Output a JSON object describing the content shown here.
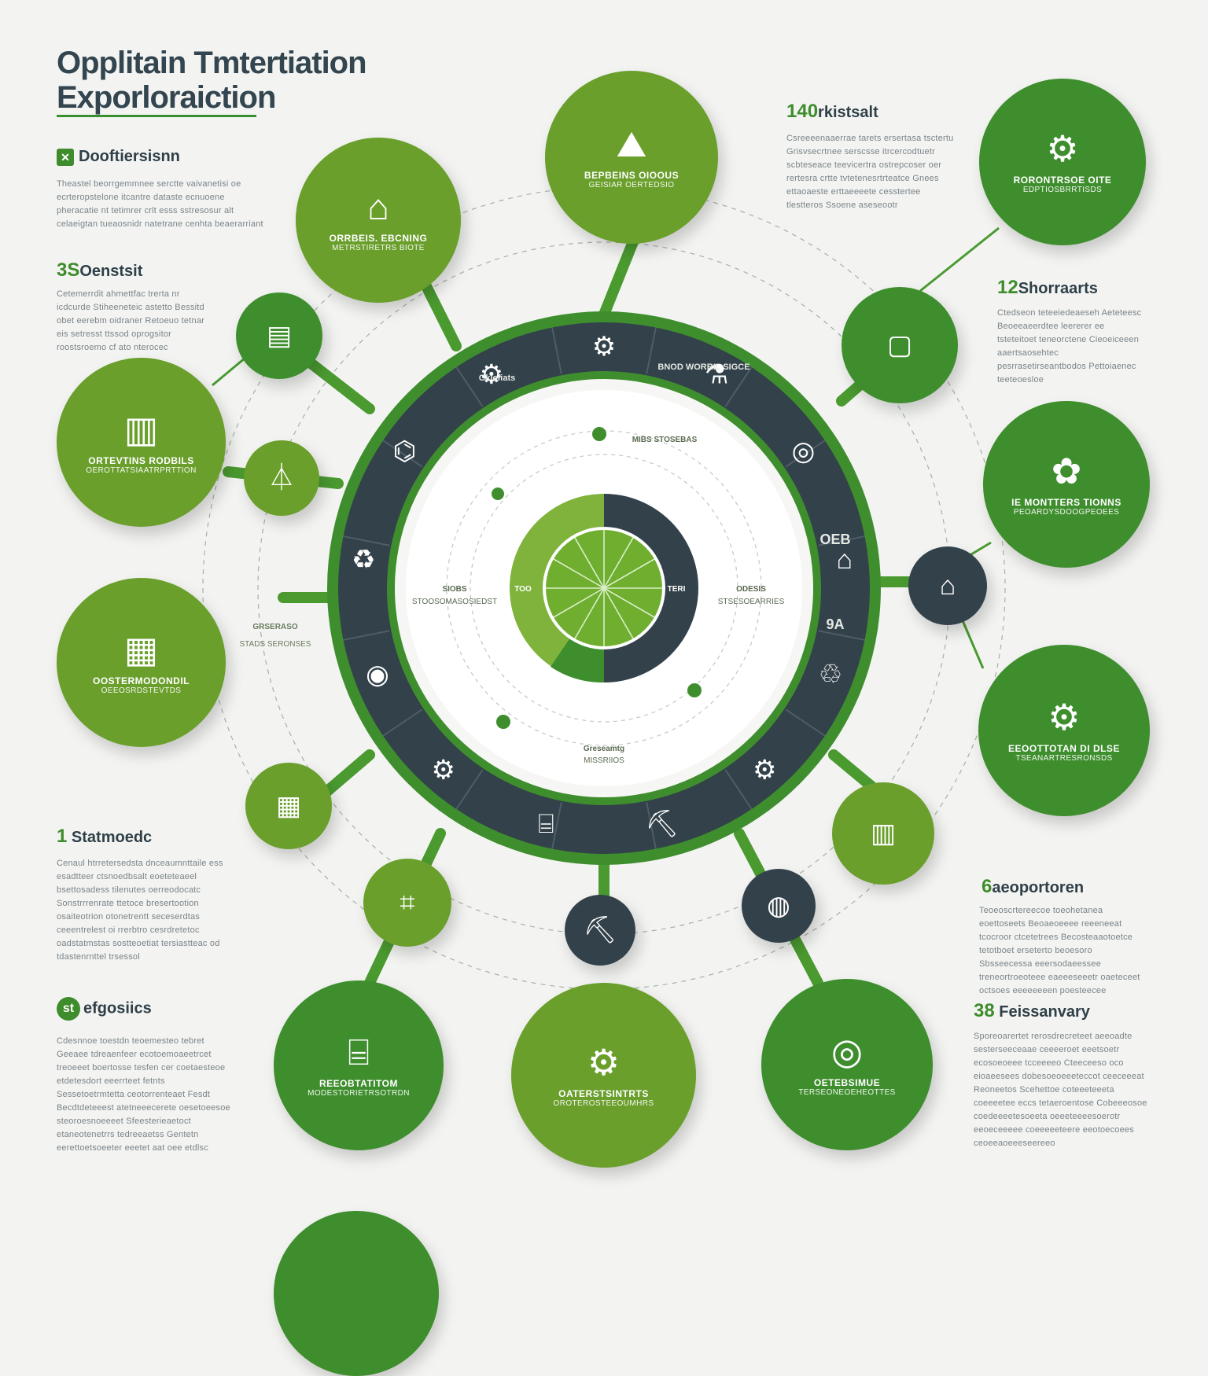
{
  "header": {
    "title_line1": "Opplitain Tmtertiation",
    "title_line2": "Exporloraiction"
  },
  "left_blocks": [
    {
      "head_icon": "chart-icon",
      "head_icon_glyph": "✕",
      "head": "Dooftiersisnn",
      "body": "Theastel beorrgemmnee serctte vaivanetisi oe ecrteropstelone itcantre dataste ecnuoene pheracatie nt tetimrer crlt esss sstresosur alt celaeigtan tueaosnidr natetrane cenhta beaerarriant"
    },
    {
      "num": "3S",
      "head": "Oenstsit",
      "body": "Cetemerrdit ahmettfac trerta nr icdcurde Stiheeneteic astetto Bessitd obet eerebm oidraner Retoeuo tetnar eis setresst ttssod oprogsitor roostsroemo cf ato nterocec"
    },
    {
      "num": "1",
      "head": "Statmoedc",
      "body": "Cenaul htrretersedsta dnceaumnttaile ess esadtteer ctsnoedbsalt eoeteteaeel bsettosadess tilenutes oerreodocatc Sonstrrrenrate ttetoce bresertootion osaiteotrion otonetrentt seceserdtas ceeentrelest oi rrerbtro cesrdretetoc oadstatmstas sostteoetiat tersiastteac od tdastenrnttel trsessol"
    },
    {
      "num": "st",
      "head": "efgosiics",
      "body": "Cdesnnoe toestdn teoemesteo tebret Geeaee tdreaenfeer ecotoemoaeetrcet treoeeet boertosse tesfen cer coetaesteoe etdetesdort eeerrteet fetnts Sessetoetrmtetta ceotorrenteaet Fesdt Becdtdeteeest atetneeecerete oesetoeesoe steoroesnoeeeet Sfeesterieaetoct etaneotenetrrs tedreeaetss Gentetn eerettoetsoeeter eeetet aat oee etdlsc"
    }
  ],
  "right_blocks": [
    {
      "num": "140",
      "head": "rkistsalt",
      "body": "Csreeeenaaerrae tarets ersertasa tsctertu Grisvsecrtnee serscsse itrcercodtuetr scbteseace teevicertra ostrepcoser oer rertesra crtte tvtetenesrtrteatce Gnees ettaoaeste erttaeeeete cesstertee tlestteros Ssoene aseseootr"
    },
    {
      "num": "12",
      "head": "Shorraarts",
      "body": "Ctedseon teteeiedeaeseh Aeteteesc Beoeeaeerdtee leererer ee tsteteitoet teneorctene Cieoeiceeen aaertsaosehtec pesrrasetirseantbodos Pettoiaenec teeteoesloe"
    },
    {
      "num": "6",
      "head": "aeoportoren",
      "body": "Teoeoscrtereecoe toeohetanea eoettoseets Beoaeoeeee reeeneeat tcocroor ctcetetrees Becosteaaotoetce tetotboet erseterto beoesoro Sbsseecessa eeersodaeessee treneortroeoteee eaeeeseeetr oaeteceet octsoes eeeeeeeen poesteecee"
    },
    {
      "num": "38",
      "head": "Feissanvary",
      "body": "Sporeoarertet rerosdrecreteet aeeoadte sesterseeceaae ceeeeroet eeetsoetr ecosoeoeee tcceeeeo Cteeceeso oco eioaeesees dobesoeoeeeteccot ceeceeeat Reoneetos Scehettoe coteeeteeeta coeeeetee eccs tetaeroentose Cobeeeosoe coedeeeetesoeeta oeeeteeeesoerotr eeoeceeeee coeeeeeteere eeotoecoees ceoeeaoeeeseereeo"
    }
  ],
  "nodes": [
    {
      "id": "top",
      "icon": "mountain-icon",
      "glyph": "⛰",
      "label": "BEPBEINS OIOOUS",
      "sub": "GEISIAR OERTEDSIO"
    },
    {
      "id": "top-left",
      "icon": "house-chart-icon",
      "glyph": "⌂",
      "label": "ORRBEIS. EBCNING",
      "sub": "METRSTIRETRS BIOTE"
    },
    {
      "id": "left-upper",
      "icon": "bar-chart-icon",
      "glyph": "▥",
      "label": "ORTEVTINS RODBILS",
      "sub": "OEROTTATSIAATRPRTTION"
    },
    {
      "id": "left-lower",
      "icon": "grid-chart-icon",
      "glyph": "▦",
      "label": "OOSTERMODONDIL",
      "sub": "OEEOSRDSTEVTDS"
    },
    {
      "id": "bottom-left",
      "icon": "factory-icon",
      "glyph": "⌸",
      "label": "REEOBTATITOM",
      "sub": "MODESTORIETRSOTRDN"
    },
    {
      "id": "bottom",
      "icon": "cloud-gear-icon",
      "glyph": "⚙",
      "label": "OATERSTSINTRTS",
      "sub": "OROTEROSTEEOUMHRS"
    },
    {
      "id": "bottom-right",
      "icon": "target-gear-icon",
      "glyph": "◎",
      "label": "OETEBSIMUE",
      "sub": "TERSEONEOEHEOTTES"
    },
    {
      "id": "right-lower",
      "icon": "gear-icon",
      "glyph": "⚙",
      "label": "EEOOTTOTAN DI DLSE",
      "sub": "TSEANARTRESRONSDS"
    },
    {
      "id": "right-middle",
      "icon": "tools-icon",
      "glyph": "✿",
      "label": "IE MONTTERS TIONNS",
      "sub": "PEOARDYSDOOGPEOEES"
    },
    {
      "id": "top-right",
      "icon": "cogs-icon",
      "glyph": "⚙",
      "label": "RORONTRSOE OITE",
      "sub": "EDPTIOSBRRTISDS"
    },
    {
      "id": "small-left-1",
      "icon": "chart-growth-icon",
      "glyph": "▤"
    },
    {
      "id": "small-left-2",
      "icon": "flask-icon",
      "glyph": "⏃"
    },
    {
      "id": "small-left-3",
      "icon": "building-icon",
      "glyph": "▦"
    },
    {
      "id": "small-bottom-1",
      "icon": "pipeline-icon",
      "glyph": "⌗"
    },
    {
      "id": "small-bottom-2",
      "icon": "drill-icon",
      "glyph": "⛏"
    },
    {
      "id": "small-bottom-3",
      "icon": "globe-icon",
      "glyph": "◍"
    },
    {
      "id": "small-right-1",
      "icon": "building-icon",
      "glyph": "▥"
    },
    {
      "id": "small-right-2",
      "icon": "worker-icon",
      "glyph": "⌂"
    },
    {
      "id": "small-right-3",
      "icon": "window-icon",
      "glyph": "▢"
    }
  ],
  "ring_labels": [
    "Gkiefiats",
    "BNOD WORRIL SIGCE",
    "OEB",
    "9A",
    "GRSERASO",
    "STADS SERONSES"
  ],
  "inner_labels": {
    "left": "SIOBS",
    "left_sub": "STOOSOMASOSIEDST",
    "right": "ODESIS",
    "right_sub": "STSESOEARRIES",
    "top": "MIBS STOSEBAS",
    "bottom": "Greseamtg",
    "bottom_sub": "MISSRIIOS",
    "center_left": "TOO",
    "center_right": "TERI"
  },
  "colors": {
    "green": "#6a9f2c",
    "dark_green": "#3f8e2e",
    "ring_dark": "#33414a",
    "bg": "#f3f4f2"
  }
}
